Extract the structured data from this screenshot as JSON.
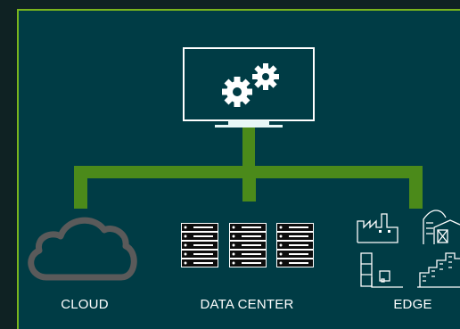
{
  "labels": {
    "cloud": "CLOUD",
    "data_center": "DATA CENTER",
    "edge": "EDGE"
  },
  "colors": {
    "background": "#003c45",
    "outer_background": "#0f2223",
    "accent_green": "#4b8a1a",
    "border_green": "#7ab51d",
    "cloud_gray": "#5a5a5a",
    "icon_white": "#ffffff"
  },
  "icons": [
    "monitor-icon",
    "gears-icon",
    "cloud-icon",
    "server-rack-icon",
    "factory-icon",
    "barn-icon",
    "warehouse-icon",
    "city-icon"
  ]
}
